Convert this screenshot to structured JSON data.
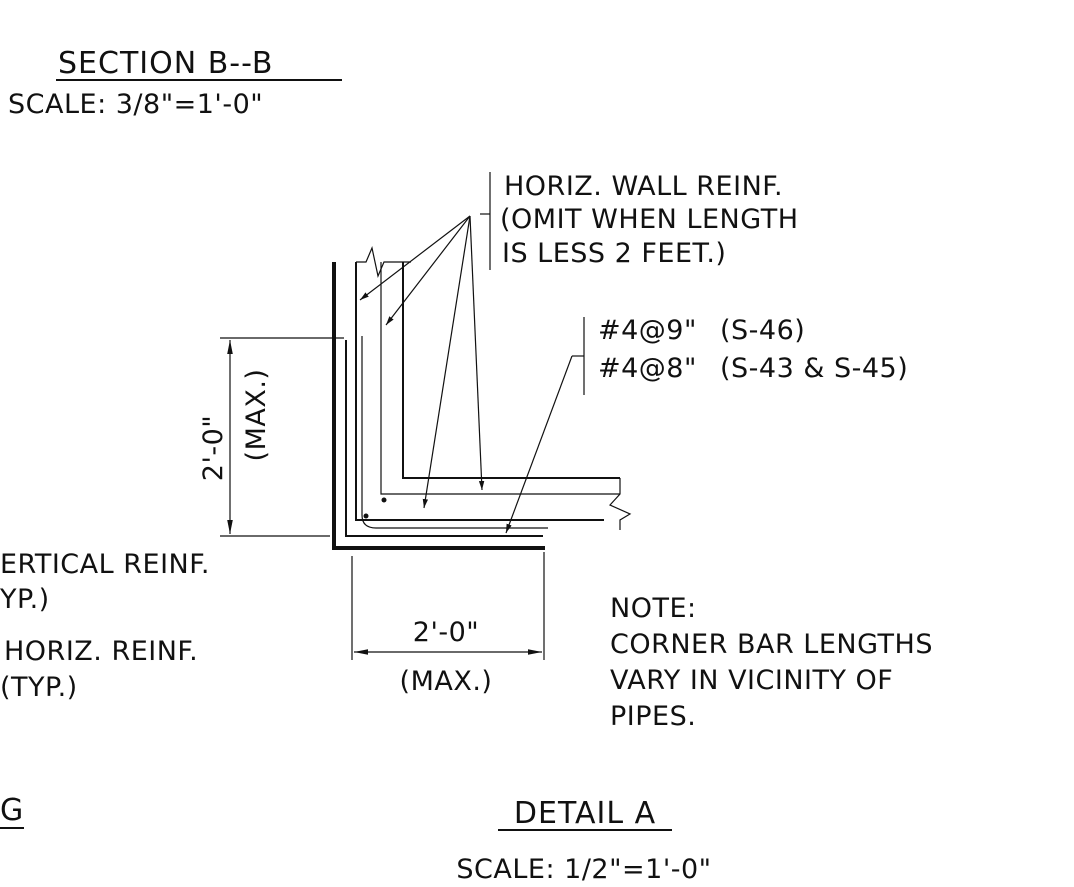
{
  "section_title": "SECTION B--B",
  "section_scale": "SCALE: 3/8\"=1'-0\"",
  "callout_horiz_wall": [
    "HORIZ. WALL REINF.",
    "(OMIT WHEN LENGTH",
    "IS LESS 2 FEET.)"
  ],
  "callout_bars": [
    "#4@9\"",
    "(S-46)",
    "#4@8\"",
    "(S-43 & S-45)"
  ],
  "dim_vertical": [
    "2'-0\"",
    "(MAX.)"
  ],
  "dim_horizontal": [
    "2'-0\"",
    "(MAX.)"
  ],
  "label_vertical_reinf": [
    "ERTICAL REINF.",
    "YP.)"
  ],
  "label_horiz_reinf": [
    "HORIZ. REINF.",
    "(TYP.)"
  ],
  "note_heading": "NOTE:",
  "note_lines": [
    "CORNER BAR LENGTHS",
    "VARY IN VICINITY OF",
    "PIPES."
  ],
  "bottom_left_fragment": "G",
  "detail_title": "DETAIL A",
  "detail_scale": "SCALE: 1/2\"=1'-0\""
}
